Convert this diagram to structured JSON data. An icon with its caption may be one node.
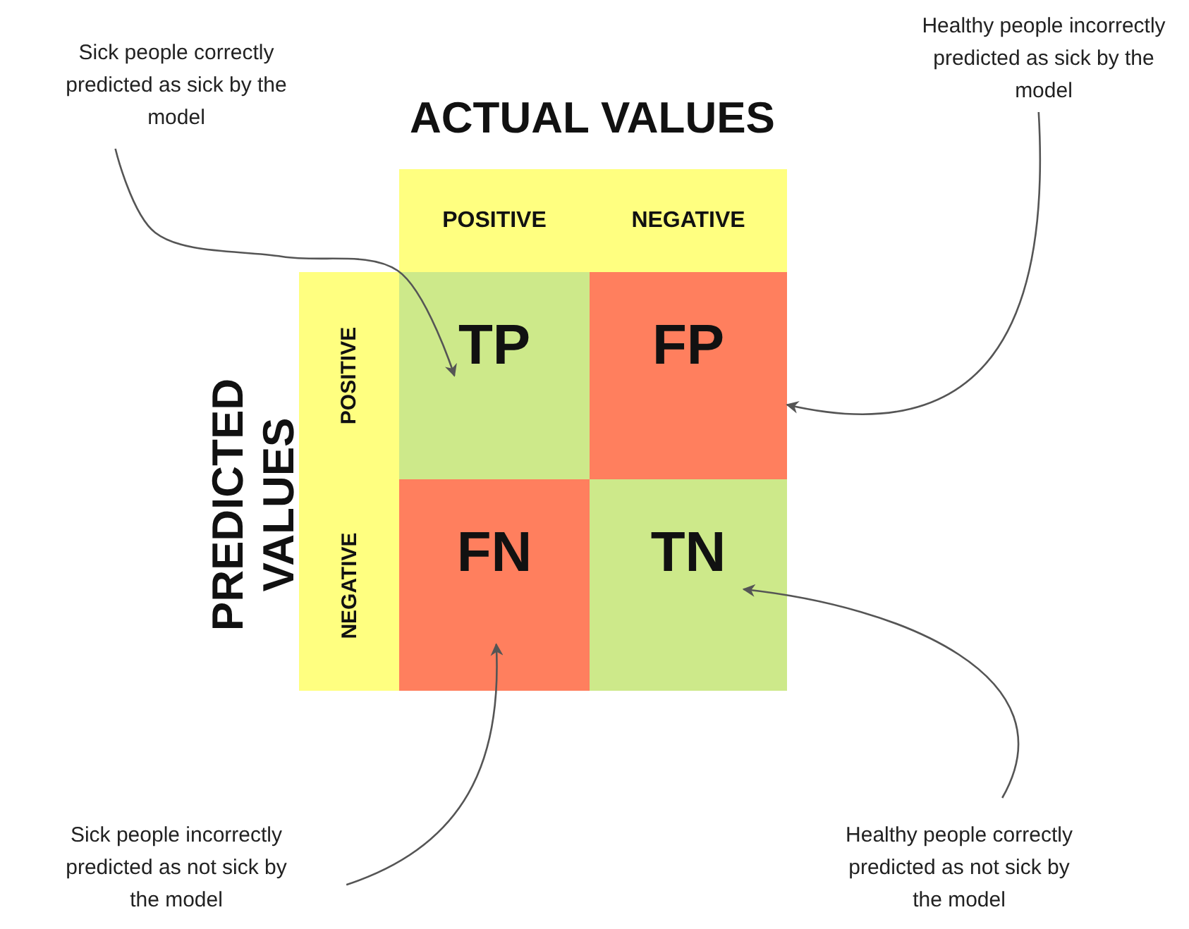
{
  "diagram": {
    "nodes": [
      {
        "text": [
          "Sick people correctly predicted as sick by the model"
        ]
      },
      {
        "text": [
          "Healthy people incorrectly predicted as sick by the model"
        ]
      },
      {
        "text": [
          "POSITIVE"
        ]
      },
      {
        "text": [
          "NEGATIVE"
        ]
      },
      {
        "text": [
          "POSITIVE"
        ]
      },
      {
        "text": [
          "TP"
        ]
      },
      {
        "text": [
          "FP"
        ]
      },
      {
        "text": [
          "NEGATIVE"
        ]
      },
      {
        "text": [
          "FN"
        ]
      },
      {
        "text": [
          "TN"
        ]
      },
      {
        "text": [
          "Sick people incorrectly predicted as not sick by the model"
        ]
      },
      {
        "text": [
          "Healthy people correctly predicted as not sick by the model"
        ]
      }
    ],
    "edges": [
      {
        "from": 0,
        "to": 5,
        "arrow": "to"
      },
      {
        "from": 1,
        "to": 6,
        "arrow": "to"
      },
      {
        "from": 10,
        "to": 8,
        "arrow": "to"
      },
      {
        "from": 11,
        "to": 9,
        "arrow": "to"
      }
    ],
    "labels": [
      "ACTUAL VALUES",
      "PREDICTED VALUES"
    ]
  }
}
